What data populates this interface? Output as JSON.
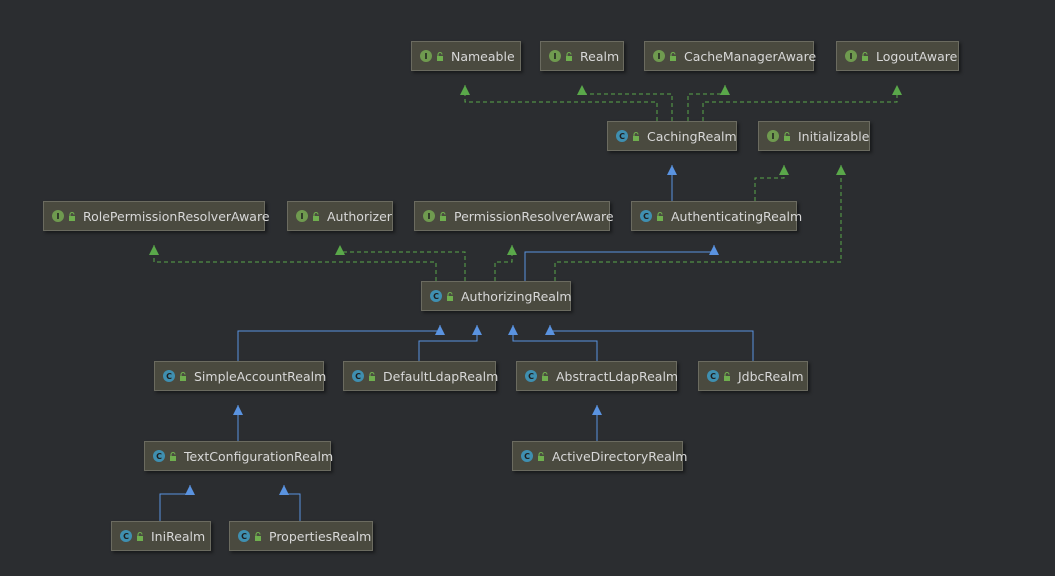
{
  "diagram": {
    "colors": {
      "background": "#2b2d30",
      "extends_edge": "#5a93e0",
      "implements_edge": "#5aa84a",
      "interface_badge": "#6f9a4f",
      "class_badge": "#3f8fb0"
    },
    "legend": {
      "interface_badge": "I",
      "class_badge": "C"
    },
    "nodes": [
      {
        "id": "Nameable",
        "label": "Nameable",
        "kind": "interface"
      },
      {
        "id": "Realm",
        "label": "Realm",
        "kind": "interface"
      },
      {
        "id": "CacheManagerAware",
        "label": "CacheManagerAware",
        "kind": "interface"
      },
      {
        "id": "LogoutAware",
        "label": "LogoutAware",
        "kind": "interface"
      },
      {
        "id": "CachingRealm",
        "label": "CachingRealm",
        "kind": "class"
      },
      {
        "id": "Initializable",
        "label": "Initializable",
        "kind": "interface"
      },
      {
        "id": "RolePermissionResolverAware",
        "label": "RolePermissionResolverAware",
        "kind": "interface"
      },
      {
        "id": "Authorizer",
        "label": "Authorizer",
        "kind": "interface"
      },
      {
        "id": "PermissionResolverAware",
        "label": "PermissionResolverAware",
        "kind": "interface"
      },
      {
        "id": "AuthenticatingRealm",
        "label": "AuthenticatingRealm",
        "kind": "class"
      },
      {
        "id": "AuthorizingRealm",
        "label": "AuthorizingRealm",
        "kind": "class"
      },
      {
        "id": "SimpleAccountRealm",
        "label": "SimpleAccountRealm",
        "kind": "class"
      },
      {
        "id": "DefaultLdapRealm",
        "label": "DefaultLdapRealm",
        "kind": "class"
      },
      {
        "id": "AbstractLdapRealm",
        "label": "AbstractLdapRealm",
        "kind": "class"
      },
      {
        "id": "JdbcRealm",
        "label": "JdbcRealm",
        "kind": "class"
      },
      {
        "id": "TextConfigurationRealm",
        "label": "TextConfigurationRealm",
        "kind": "class"
      },
      {
        "id": "ActiveDirectoryRealm",
        "label": "ActiveDirectoryRealm",
        "kind": "class"
      },
      {
        "id": "IniRealm",
        "label": "IniRealm",
        "kind": "class"
      },
      {
        "id": "PropertiesRealm",
        "label": "PropertiesRealm",
        "kind": "class"
      }
    ],
    "edges": [
      {
        "from": "CachingRealm",
        "to": "Nameable",
        "type": "implements"
      },
      {
        "from": "CachingRealm",
        "to": "Realm",
        "type": "implements"
      },
      {
        "from": "CachingRealm",
        "to": "CacheManagerAware",
        "type": "implements"
      },
      {
        "from": "CachingRealm",
        "to": "LogoutAware",
        "type": "implements"
      },
      {
        "from": "AuthenticatingRealm",
        "to": "CachingRealm",
        "type": "extends"
      },
      {
        "from": "AuthenticatingRealm",
        "to": "Initializable",
        "type": "implements"
      },
      {
        "from": "AuthorizingRealm",
        "to": "RolePermissionResolverAware",
        "type": "implements"
      },
      {
        "from": "AuthorizingRealm",
        "to": "Authorizer",
        "type": "implements"
      },
      {
        "from": "AuthorizingRealm",
        "to": "PermissionResolverAware",
        "type": "implements"
      },
      {
        "from": "AuthorizingRealm",
        "to": "AuthenticatingRealm",
        "type": "extends"
      },
      {
        "from": "AuthorizingRealm",
        "to": "Initializable",
        "type": "implements"
      },
      {
        "from": "SimpleAccountRealm",
        "to": "AuthorizingRealm",
        "type": "extends"
      },
      {
        "from": "DefaultLdapRealm",
        "to": "AuthorizingRealm",
        "type": "extends"
      },
      {
        "from": "AbstractLdapRealm",
        "to": "AuthorizingRealm",
        "type": "extends"
      },
      {
        "from": "JdbcRealm",
        "to": "AuthorizingRealm",
        "type": "extends"
      },
      {
        "from": "TextConfigurationRealm",
        "to": "SimpleAccountRealm",
        "type": "extends"
      },
      {
        "from": "ActiveDirectoryRealm",
        "to": "AbstractLdapRealm",
        "type": "extends"
      },
      {
        "from": "IniRealm",
        "to": "TextConfigurationRealm",
        "type": "extends"
      },
      {
        "from": "PropertiesRealm",
        "to": "TextConfigurationRealm",
        "type": "extends"
      }
    ]
  }
}
